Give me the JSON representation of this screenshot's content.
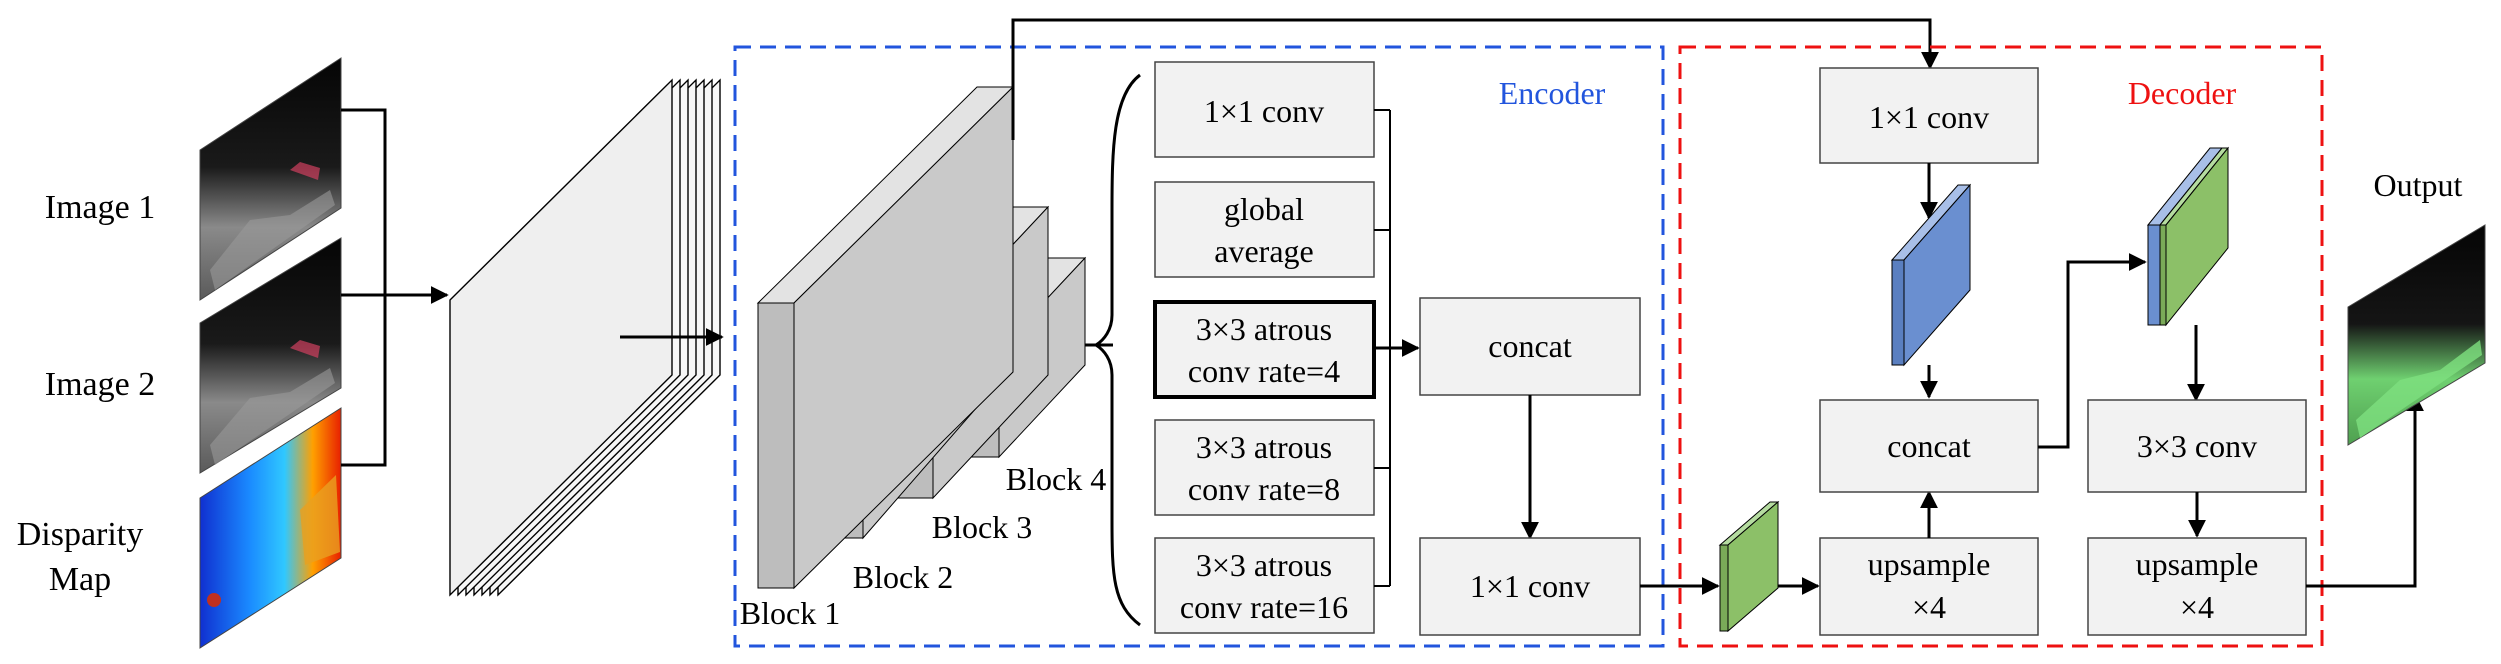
{
  "inputs": {
    "image1": "Image 1",
    "image2": "Image 2",
    "disparity_line1": "Disparity",
    "disparity_line2": "Map"
  },
  "backbone": {
    "block1": "Block 1",
    "block2": "Block 2",
    "block3": "Block 3",
    "block4": "Block 4"
  },
  "encoder": {
    "title": "Encoder",
    "aspp": {
      "conv1x1": "1×1 conv",
      "gap_line1": "global",
      "gap_line2": "average",
      "atrous4_line1": "3×3 atrous",
      "atrous4_line2": "conv rate=4",
      "atrous8_line1": "3×3 atrous",
      "atrous8_line2": "conv rate=8",
      "atrous16_line1": "3×3 atrous",
      "atrous16_line2": "conv rate=16"
    },
    "concat": "concat",
    "conv1x1_out": "1×1 conv"
  },
  "decoder": {
    "title": "Decoder",
    "conv1x1": "1×1 conv",
    "concat": "concat",
    "upsample_a_line1": "upsample",
    "upsample_a_line2": "×4",
    "conv3x3": "3×3 conv",
    "upsample_b_line1": "upsample",
    "upsample_b_line2": "×4"
  },
  "output": {
    "label": "Output"
  },
  "colors": {
    "encoder_border": "#2255dd",
    "decoder_border": "#ee1111",
    "blue_feature": "#6a8fd0",
    "green_feature": "#8cc068",
    "block_gray": "#bdbdbd",
    "box_fill": "#f2f2f2"
  }
}
